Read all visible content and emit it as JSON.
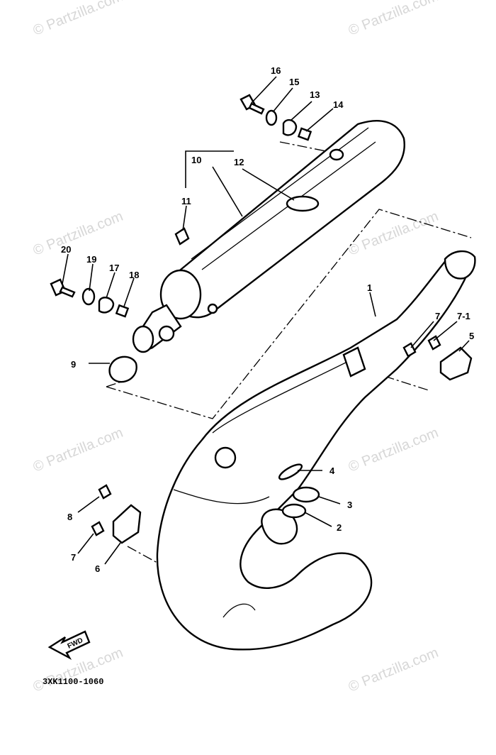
{
  "watermark": "© Partzilla.com",
  "diagram_code": "3XK1100-1060",
  "forward_label": "FWD",
  "callouts": {
    "c1": "1",
    "c2": "2",
    "c3": "3",
    "c4": "4",
    "c5": "5",
    "c6": "6",
    "c7a": "7",
    "c7b": "7",
    "c7_1": "7-1",
    "c8": "8",
    "c9": "9",
    "c10": "10",
    "c11": "11",
    "c12": "12",
    "c13": "13",
    "c14": "14",
    "c15": "15",
    "c16": "16",
    "c17": "17",
    "c18": "18",
    "c19": "19",
    "c20": "20"
  }
}
